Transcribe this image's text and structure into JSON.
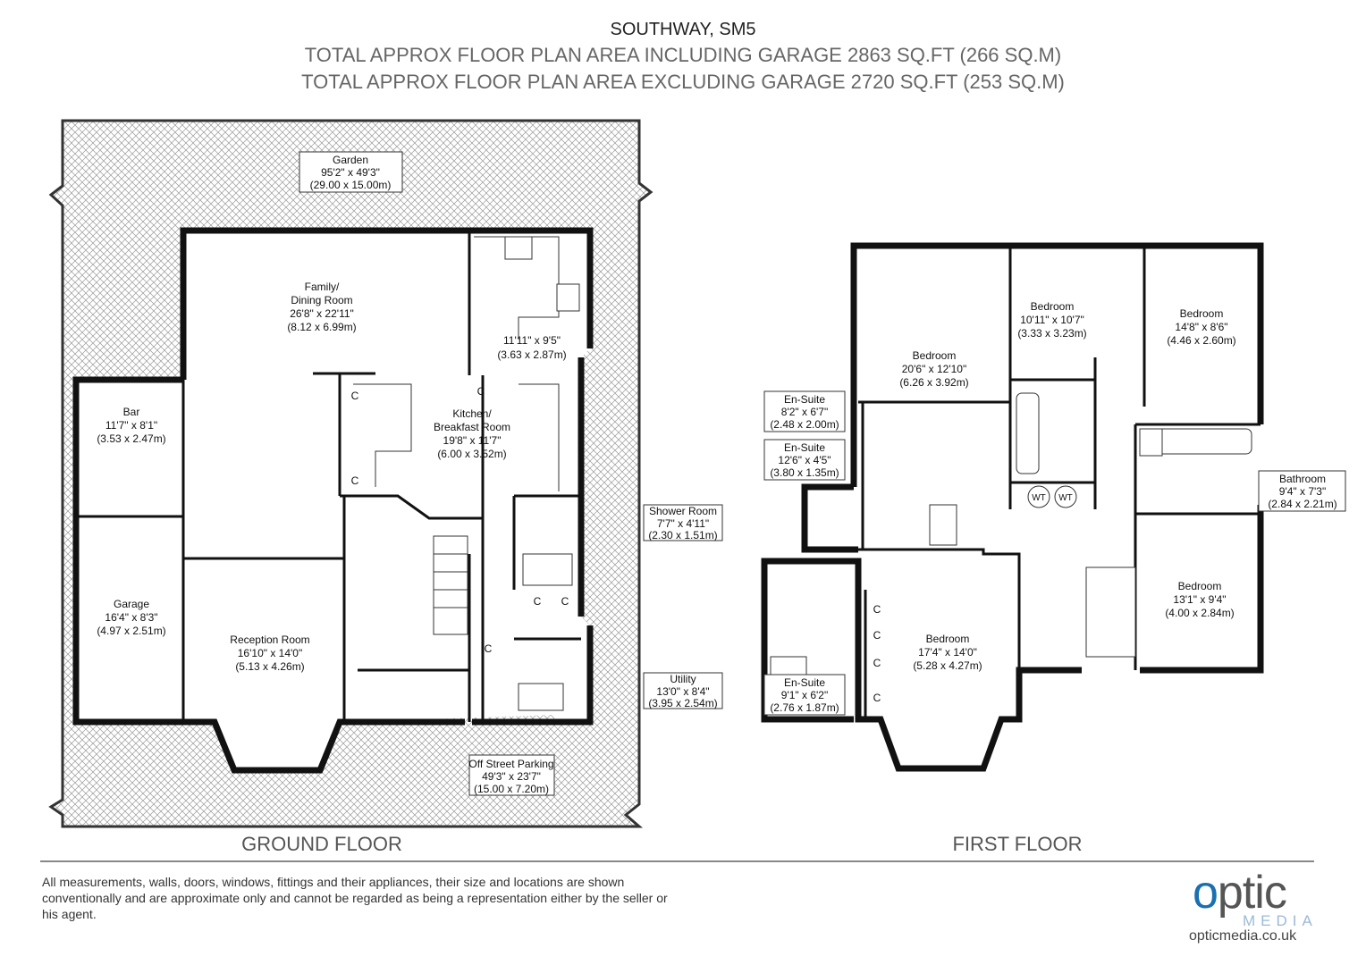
{
  "header": {
    "title": "SOUTHWAY, SM5",
    "area_including": "TOTAL APPROX FLOOR PLAN AREA INCLUDING GARAGE 2863 SQ.FT (266 SQ.M)",
    "area_excluding": "TOTAL APPROX FLOOR PLAN AREA EXCLUDING GARAGE 2720 SQ.FT (253 SQ.M)"
  },
  "ground_floor": {
    "label": "GROUND FLOOR",
    "rooms": {
      "garden": [
        "Garden",
        "95'2\" x 49'3\"",
        "(29.00 x 15.00m)"
      ],
      "family": [
        "Family/",
        "Dining Room",
        "26'8\" x 22'11\"",
        "(8.12 x 6.99m)"
      ],
      "kitchen_top": [
        "11'11\" x 9'5\"",
        "(3.63 x 2.87m)"
      ],
      "kitchen": [
        "Kitchen/",
        "Breakfast Room",
        "19'8\" x 11'7\"",
        "(6.00 x 3.52m)"
      ],
      "bar": [
        "Bar",
        "11'7\" x 8'1\"",
        "(3.53 x 2.47m)"
      ],
      "garage": [
        "Garage",
        "16'4\" x 8'3\"",
        "(4.97 x 2.51m)"
      ],
      "reception": [
        "Reception Room",
        "16'10\" x 14'0\"",
        "(5.13 x 4.26m)"
      ],
      "shower": [
        "Shower Room",
        "7'7\" x 4'11\"",
        "(2.30 x 1.51m)"
      ],
      "utility": [
        "Utility",
        "13'0\" x 8'4\"",
        "(3.95 x 2.54m)"
      ],
      "parking": [
        "Off Street Parking",
        "49'3\" x 23'7\"",
        "(15.00 x 7.20m)"
      ]
    },
    "cupboard": "C"
  },
  "first_floor": {
    "label": "FIRST FLOOR",
    "rooms": {
      "bed1": [
        "Bedroom",
        "20'6\" x 12'10\"",
        "(6.26 x 3.92m)"
      ],
      "bed2": [
        "Bedroom",
        "10'11\" x 10'7\"",
        "(3.33 x 3.23m)"
      ],
      "bed3": [
        "Bedroom",
        "14'8\" x 8'6\"",
        "(4.46 x 2.60m)"
      ],
      "ensuite1": [
        "En-Suite",
        "8'2\" x 6'7\"",
        "(2.48 x 2.00m)"
      ],
      "ensuite2": [
        "En-Suite",
        "12'6\" x 4'5\"",
        "(3.80 x 1.35m)"
      ],
      "bathroom": [
        "Bathroom",
        "9'4\" x 7'3\"",
        "(2.84 x 2.21m)"
      ],
      "bed4": [
        "Bedroom",
        "17'4\" x 14'0\"",
        "(5.28 x 4.27m)"
      ],
      "bed5": [
        "Bedroom",
        "13'1\" x 9'4\"",
        "(4.00 x 2.84m)"
      ],
      "ensuite3": [
        "En-Suite",
        "9'1\" x 6'2\"",
        "(2.76 x 1.87m)"
      ]
    },
    "wardrobe": "WT",
    "cupboard": "C"
  },
  "footer": {
    "disclaimer": "All measurements, walls, doors, windows, fittings and their appliances, their size and locations are shown conventionally and are approximate only and cannot be regarded as being a representation either by the seller or his agent.",
    "logo_word_o": "o",
    "logo_word_rest": "ptic",
    "logo_media": "MEDIA",
    "logo_url": "opticmedia.co.uk"
  },
  "colors": {
    "logo_blue": "#1a6fb0",
    "hatch": "#999999"
  }
}
